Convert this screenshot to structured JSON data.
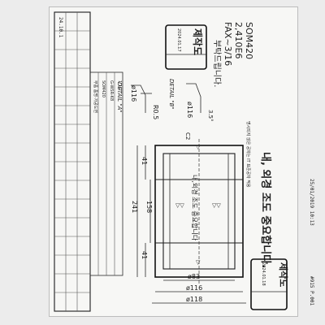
{
  "title_block": {
    "model": "SOM420",
    "part": "2,410E6",
    "fax": "FAX~3/16",
    "request": "부탁드립니다.",
    "date_left": "24.10.1",
    "rows": [
      "",
      "",
      "",
      "",
      "",
      "",
      "",
      "",
      "",
      "",
      "",
      "",
      "",
      "",
      "",
      ""
    ]
  },
  "stamps": {
    "top": {
      "title": "제작도",
      "date": "2024.01.17"
    },
    "bottom": {
      "title": "제작도",
      "date": "2024.01.18"
    }
  },
  "side_columns": {
    "col1": "부품 품명·가공도면",
    "col2": "SOM420",
    "col3": "G-WSR-K8",
    "col4": "1  1:2"
  },
  "notes": {
    "main": "내, 외경 조도 중요합니다.",
    "inner": "내,외경 조도 중요합니다",
    "tol": "명시되지 않은 공차는 IT 표준공차 적용",
    "detail": "DETAIL \"A\"",
    "detail2": "DETAIL \"B\""
  },
  "dimensions": {
    "d116_a": "ø116",
    "d116_b": "ø116",
    "r05": "R0.5",
    "angle": "3.5°",
    "c2": "C2",
    "d41_top": "41",
    "d41_bot": "41",
    "d158": "158",
    "d241": "241",
    "d83": "ø83",
    "d116_c": "ø116",
    "d118": "ø118"
  },
  "footer": {
    "fax_time": "25/01/2019 10:13",
    "page": "#915 P.001"
  }
}
